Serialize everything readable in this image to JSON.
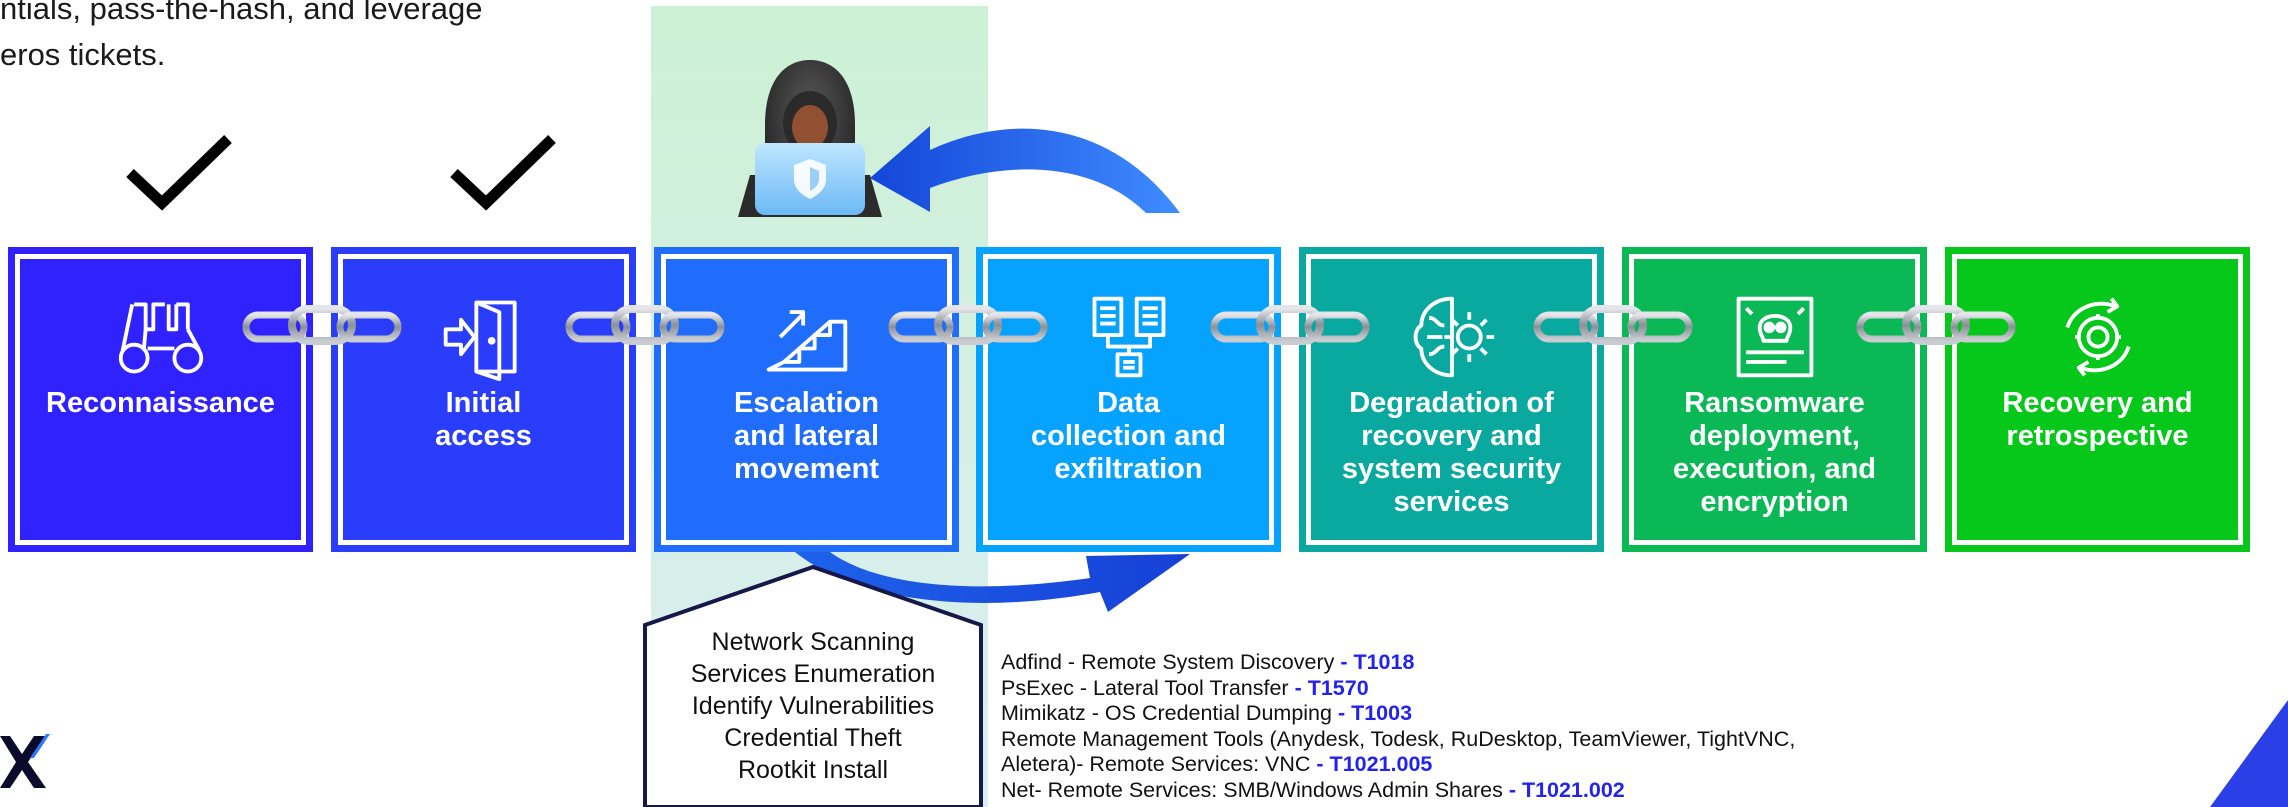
{
  "intro_text": "ntials, pass-the-hash, and leverage\neros tickets.",
  "colors": {
    "highlight": "#cdeedb",
    "arrow": "#1e63ea",
    "chain": "#9aa0a8",
    "tactic_code": "#2323ee"
  },
  "completed_checks": [
    "check-icon",
    "check-icon"
  ],
  "hacker_icon": "hacker-with-laptop-icon",
  "stages": [
    {
      "label": "Reconnaissance",
      "icon": "binoculars-icon",
      "color": "#2f22ff",
      "completed": true
    },
    {
      "label": "Initial\naccess",
      "icon": "door-enter-icon",
      "color": "#2a3dfb",
      "completed": true
    },
    {
      "label": "Escalation\nand lateral\nmovement",
      "icon": "stairs-up-icon",
      "color": "#1f6dfa",
      "completed": false,
      "current": true
    },
    {
      "label": "Data\ncollection and\nexfiltration",
      "icon": "documents-transfer-icon",
      "color": "#05a2ff",
      "completed": false
    },
    {
      "label": "Degradation of\nrecovery and\nsystem security\nservices",
      "icon": "brain-gear-icon",
      "color": "#0aa9a0",
      "completed": false
    },
    {
      "label": "Ransomware\ndeployment,\nexecution, and\nencryption",
      "icon": "skull-screen-icon",
      "color": "#0ab856",
      "completed": false
    },
    {
      "label": "Recovery and\nretrospective",
      "icon": "gear-cycle-icon",
      "color": "#06c81a",
      "completed": false
    }
  ],
  "activities": [
    "Network Scanning",
    "Services Enumeration",
    "Identify Vulnerabilities",
    "Credential Theft",
    "Rootkit Install"
  ],
  "tools": [
    {
      "text": "Adfind - Remote System Discovery",
      "code": " - T1018"
    },
    {
      "text": "PsExec - Lateral Tool Transfer",
      "code": " - T1570"
    },
    {
      "text": "Mimikatz - OS Credential Dumping",
      "code": " - T1003"
    },
    {
      "text": "Remote Management Tools (Anydesk, Todesk, RuDesktop, TeamViewer, TightVNC,",
      "code": ""
    },
    {
      "text": "Aletera)- Remote Services: VNC",
      "code": " - T1021.005"
    },
    {
      "text": "Net- Remote Services: SMB/Windows Admin Shares",
      "code": " - T1021.002"
    }
  ]
}
